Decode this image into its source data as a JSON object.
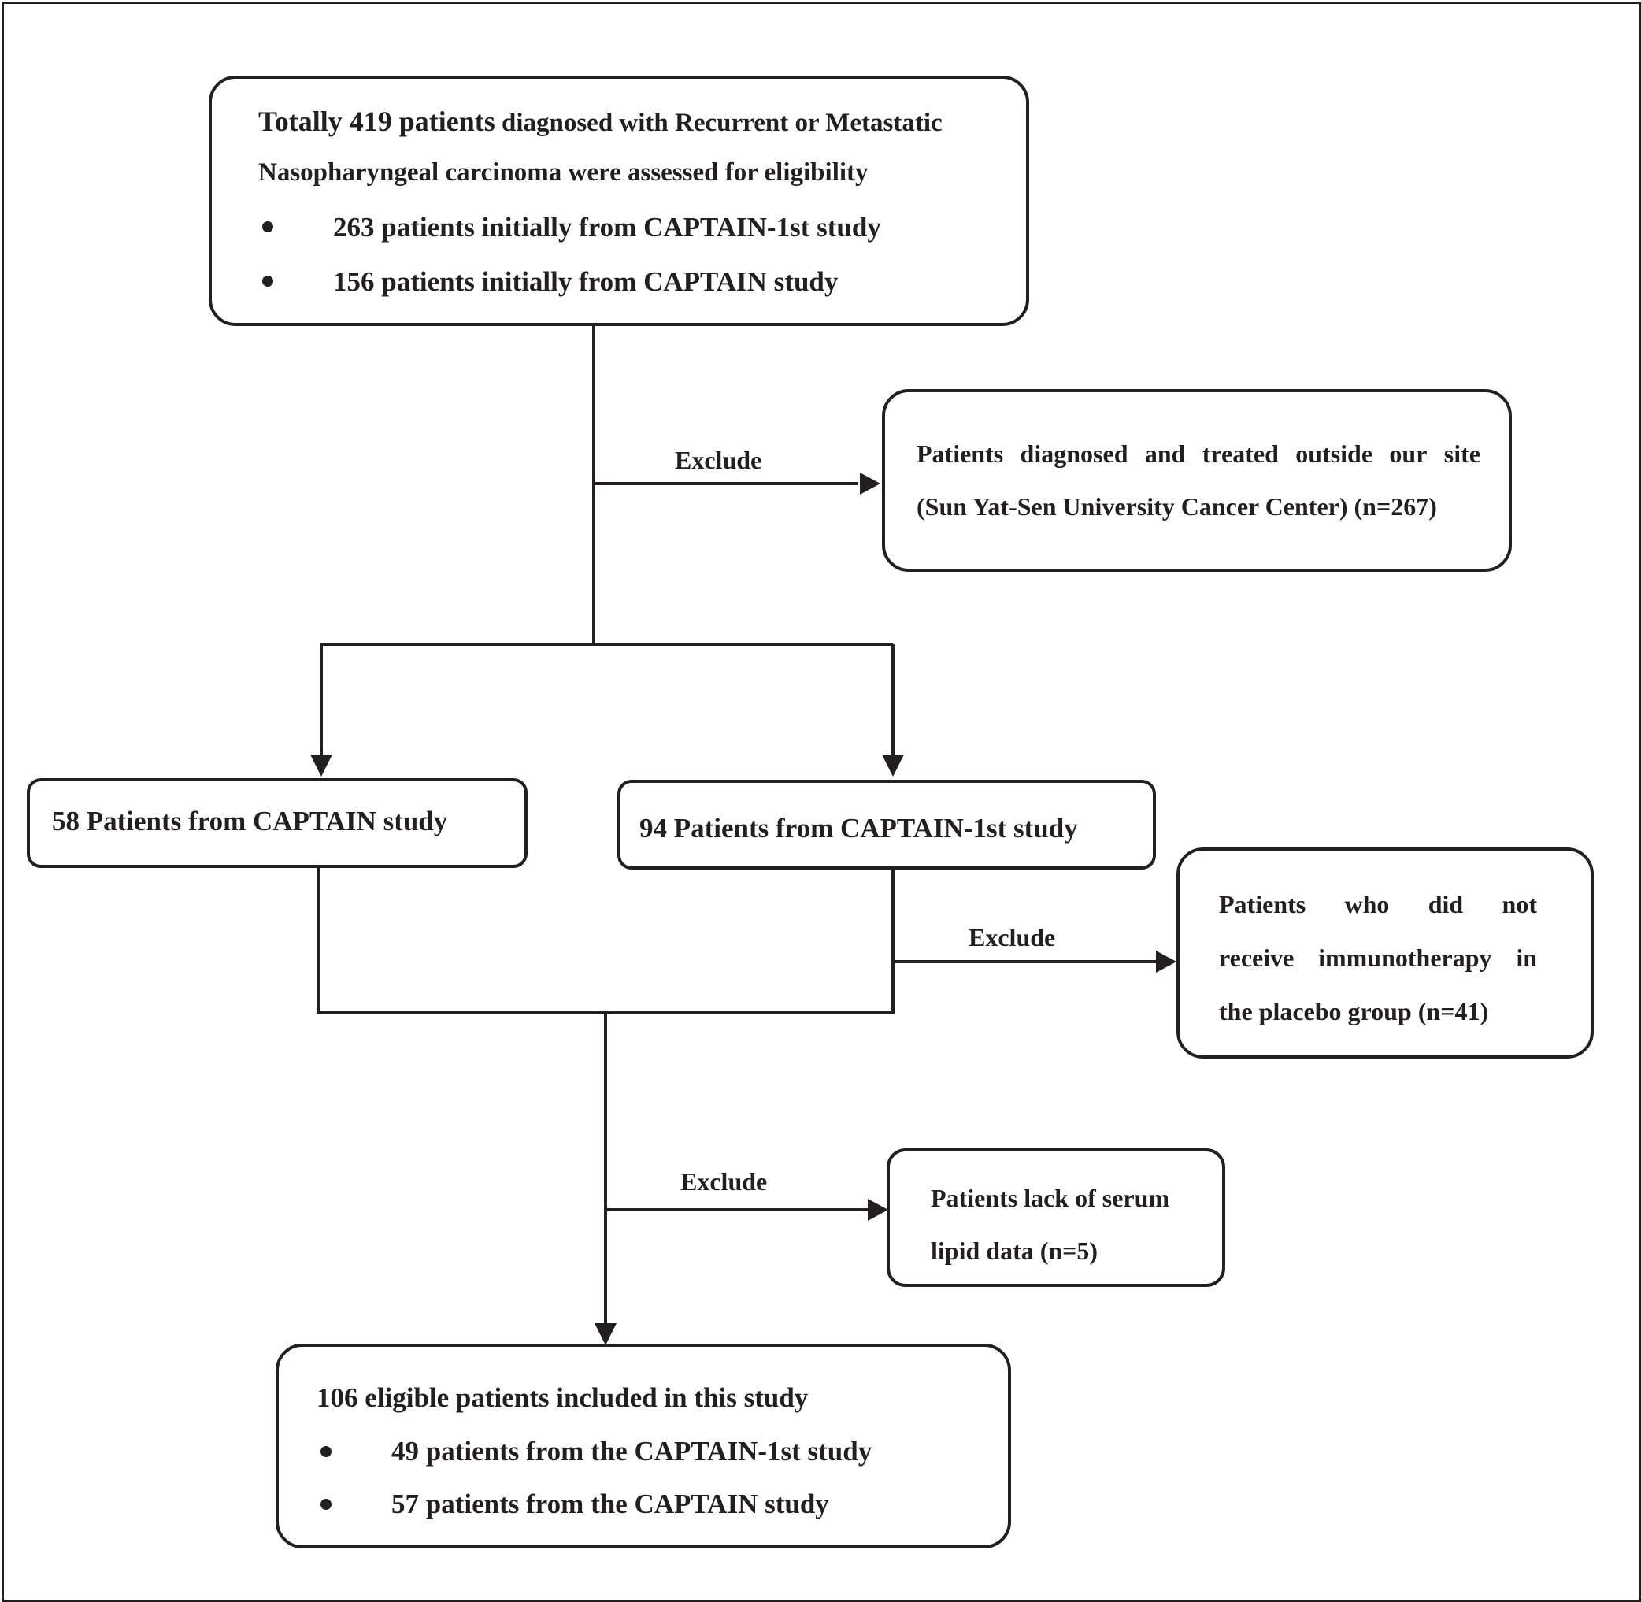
{
  "top_box": {
    "line1_a": "Totally 419 patients",
    "line1_b": " diagnosed with Recurrent or Metastatic",
    "line2": "Nasopharyngeal carcinoma were assessed for eligibility",
    "bullet1": "263 patients initially from CAPTAIN-1st study",
    "bullet2": "156 patients initially from CAPTAIN study"
  },
  "exclusion1": {
    "label": "Exclude",
    "line1_words": [
      "Patients",
      "diagnosed",
      "and",
      "treated",
      "outside",
      "our",
      "site"
    ],
    "line2": "(Sun Yat-Sen University Cancer Center) (n=267)"
  },
  "captain_box": {
    "text": "58 Patients from CAPTAIN study"
  },
  "captain1st_box": {
    "text": "94 Patients from CAPTAIN-1st study"
  },
  "exclusion2": {
    "label": "Exclude",
    "line1_words": [
      "Patients",
      "who",
      "did",
      "not"
    ],
    "line2_words": [
      "receive",
      "immunotherapy",
      "in"
    ],
    "line3": "the placebo group (n=41)"
  },
  "exclusion3": {
    "label": "Exclude",
    "line1": "Patients lack of serum",
    "line2": "lipid data (n=5)"
  },
  "final_box": {
    "line1": "106 eligible patients included in this study",
    "bullet1": "49 patients from the CAPTAIN-1st study",
    "bullet2": "57 patients from the CAPTAIN study"
  },
  "colors": {
    "ink": "#231f20",
    "background": "#ffffff"
  }
}
